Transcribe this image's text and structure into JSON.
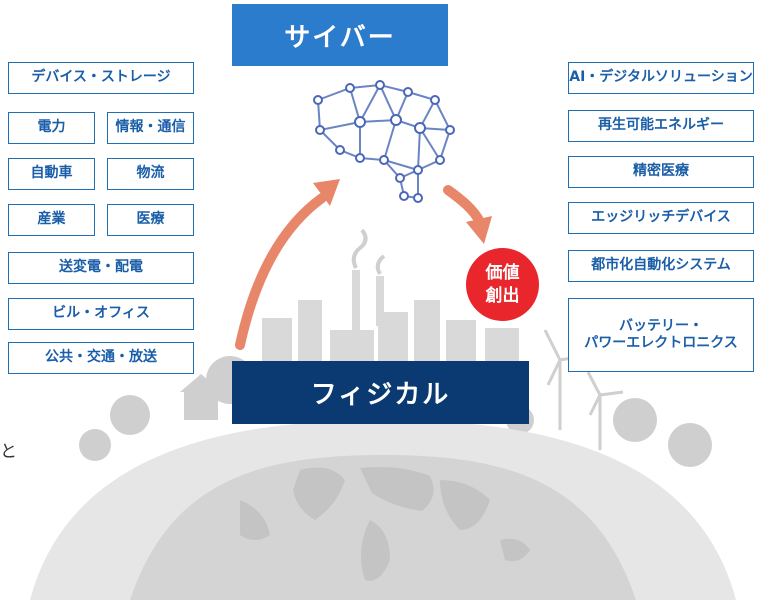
{
  "top_label": "サイバー",
  "bottom_label": "フィジカル",
  "value_badge": {
    "line1": "価値",
    "line2": "創出"
  },
  "left_items": [
    "デバイス・ストレージ",
    "電力",
    "情報・通信",
    "自動車",
    "物流",
    "産業",
    "医療",
    "送変電・配電",
    "ビル・オフィス",
    "公共・交通・放送"
  ],
  "right_items": [
    "AI・デジタルソリューション",
    "再生可能エネルギー",
    "精密医療",
    "エッジリッチデバイス",
    "都市化自動化システム"
  ],
  "right_last": {
    "line1": "バッテリー・",
    "line2": "パワーエレクトロニクス"
  },
  "edge_char": "と",
  "colors": {
    "box_border": "#1f6fb5",
    "box_text": "#1a5ea8",
    "cyber": "#2b7ccc",
    "physical": "#0b3a72",
    "badge": "#e8262b",
    "arrow": "#e8866a",
    "brain": "#4a68b5"
  }
}
